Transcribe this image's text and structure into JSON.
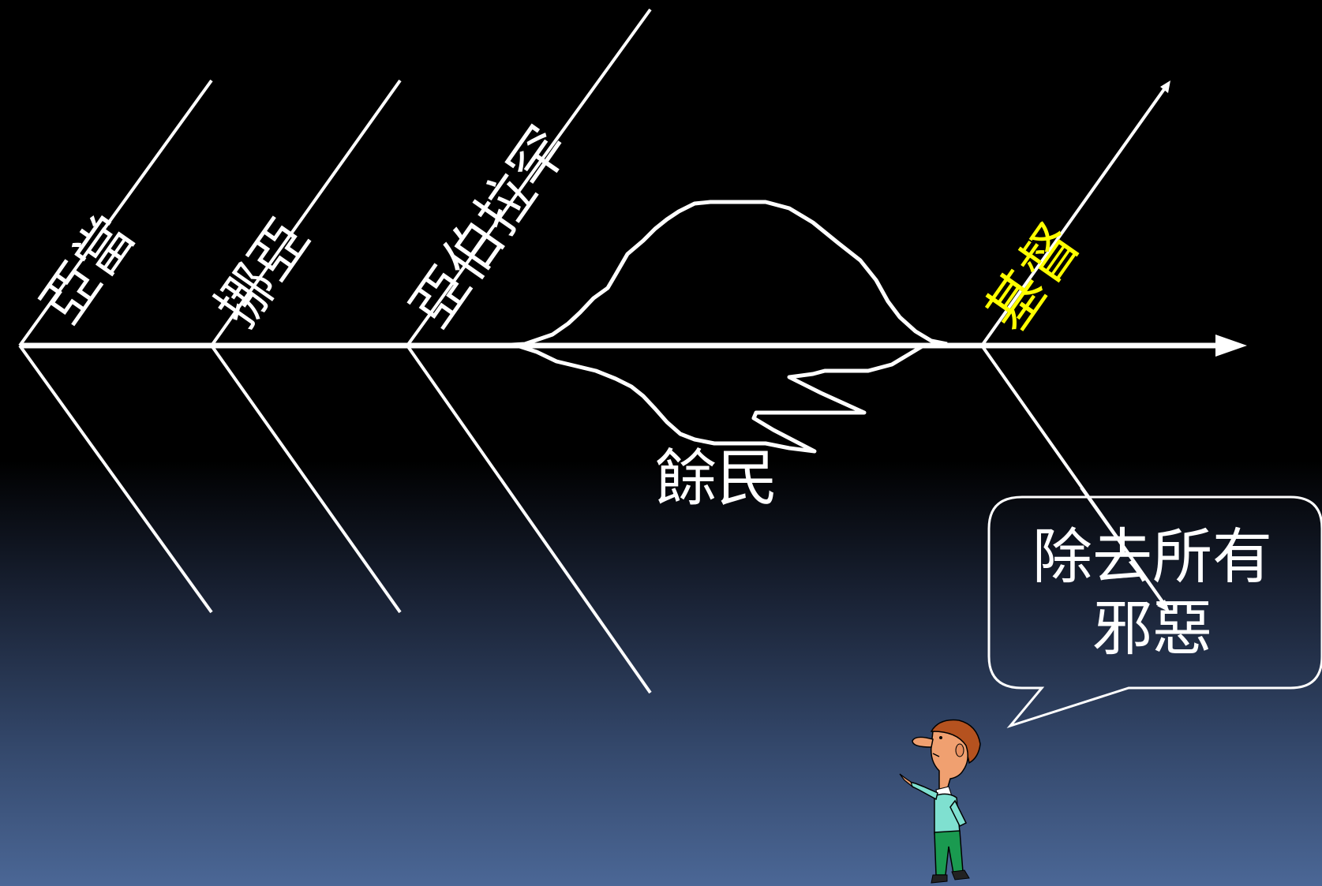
{
  "labels": {
    "kingdom_1": "亞當",
    "kingdom_2": "挪亞",
    "kingdom_3": "亞伯拉罕",
    "christ": "基督",
    "remnant": "餘民"
  },
  "speech": {
    "line1": "除去所有",
    "line2": "邪惡"
  },
  "colors": {
    "background_top": "#000000",
    "background_bottom": "#4b6796",
    "lines": "#ffffff",
    "highlight": "#ffff00"
  }
}
